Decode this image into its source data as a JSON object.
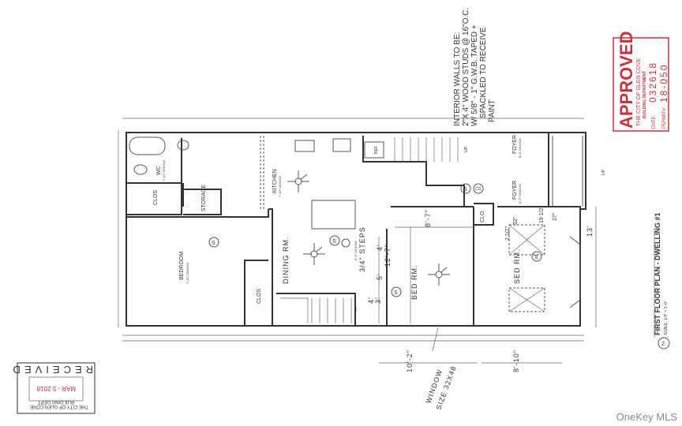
{
  "notes": {
    "lines": [
      "INTERIOR WALLS TO BE:",
      "2\"X 4\" WOOD STUDS @ 16\"O.C.",
      "W/ 5/8\" - 1\" G.W.B. TAPED +",
      "SPACKLED TO RECEIVE",
      "PAINT"
    ]
  },
  "approved_stamp": {
    "title": "APPROVED",
    "city": "THE CITY OF GLEN COVE",
    "dept": "BUILDING DEPARTMENT",
    "date_label": "DATE:",
    "date": "032618",
    "permit_label": "PERMIT#:",
    "permit": "18-050",
    "color": "#c8323c"
  },
  "received_stamp": {
    "title": "RECEIVED",
    "city": "THE CITY OF GLEN COVE",
    "dept": "BUILDING DEPT",
    "date": "MAR - 5 2018"
  },
  "plan_title": {
    "number": "2",
    "title": "FIRST FLOOR PLAN - DWELLING #1",
    "scale": "SCALE: 1/4\" = 1'-0\""
  },
  "rooms": {
    "wc": "WC",
    "wc_ceiling": "7'-10\" CEILING",
    "clos1": "CLOS",
    "storage": "STORAGE",
    "bedroom": "BEDROOM",
    "bedroom_ceiling": "7'-10\" CEILING",
    "clos2": "CLOS",
    "kitchen": "KITCHEN",
    "kitchen_ceiling": "7'-10\" CEILING",
    "dining": "DINING RM.",
    "steps": "3/4\" STEPS",
    "steps_ceiling": "8'-0\" CEILING",
    "bed_rm": "BED RM.",
    "sed_rm": "SED RM.",
    "clo": "CLO",
    "foyer1": "FOYER",
    "foyer1_ceiling": "8'-0\" CEILING",
    "foyer2": "FOYER",
    "foyer2_ceiling": "8'-0\" CEILING",
    "ref": "REF.",
    "up1": "UP",
    "up2": "UP",
    "dn": "DN",
    "smoke": "S",
    "co": "CO"
  },
  "dimensions": {
    "d_8_7": "8'-7\"",
    "d_12_7": "12'-7\"",
    "d_4": "4'",
    "d_5": "5'",
    "d_3": "3'",
    "d_4b": "4'",
    "d_13": "13'",
    "d_2_half": "2 1/2\"",
    "d_32": "32\"",
    "d_19_half": "19 1/2\"",
    "d_27": "27\"",
    "d_10_2": "10'-2\"",
    "d_8_10": "8'-10\"",
    "window": "WINDOW",
    "window_size": "SIZE 32X48"
  },
  "watermark": "OneKey MLS"
}
